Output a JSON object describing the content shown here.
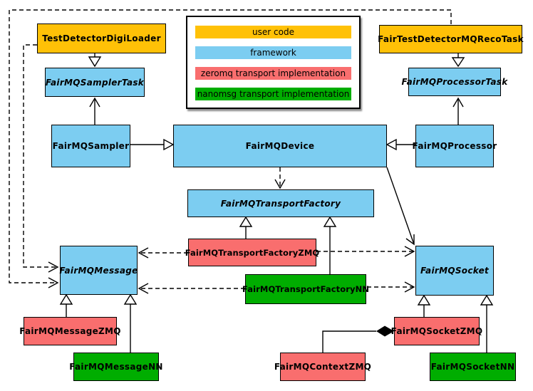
{
  "colors": {
    "user_code": "#FFC107",
    "framework": "#7CCDF1",
    "zeromq": "#F96E6E",
    "nanomsg": "#00AD00",
    "line": "#000000",
    "background": "#FFFFFF"
  },
  "legend": {
    "items": [
      {
        "label": "user code",
        "category": "user_code"
      },
      {
        "label": "framework",
        "category": "framework"
      },
      {
        "label": "zeromq transport implementation",
        "category": "zeromq"
      },
      {
        "label": "nanomsg transport implementation",
        "category": "nanomsg"
      }
    ]
  },
  "nodes": {
    "testDetectorDigiLoader": {
      "label": "TestDetectorDigiLoader",
      "category": "user_code",
      "abstract": false
    },
    "fairMQSamplerTask": {
      "label": "FairMQSamplerTask",
      "category": "framework",
      "abstract": true
    },
    "fairMQSampler": {
      "label": "FairMQSampler",
      "category": "framework",
      "abstract": false
    },
    "fairMQDevice": {
      "label": "FairMQDevice",
      "category": "framework",
      "abstract": false
    },
    "fairMQProcessor": {
      "label": "FairMQProcessor",
      "category": "framework",
      "abstract": false
    },
    "fairMQProcessorTask": {
      "label": "FairMQProcessorTask",
      "category": "framework",
      "abstract": true
    },
    "fairTestDetectorMQRecoTask": {
      "label": "FairTestDetectorMQRecoTask",
      "category": "user_code",
      "abstract": false
    },
    "fairMQTransportFactory": {
      "label": "FairMQTransportFactory",
      "category": "framework",
      "abstract": true
    },
    "fairMQTransportFactoryZMQ": {
      "label": "FairMQTransportFactoryZMQ",
      "category": "zeromq",
      "abstract": false
    },
    "fairMQTransportFactoryNN": {
      "label": "FairMQTransportFactoryNN",
      "category": "nanomsg",
      "abstract": false
    },
    "fairMQMessage": {
      "label": "FairMQMessage",
      "category": "framework",
      "abstract": true
    },
    "fairMQMessageZMQ": {
      "label": "FairMQMessageZMQ",
      "category": "zeromq",
      "abstract": false
    },
    "fairMQMessageNN": {
      "label": "FairMQMessageNN",
      "category": "nanomsg",
      "abstract": false
    },
    "fairMQSocket": {
      "label": "FairMQSocket",
      "category": "framework",
      "abstract": true
    },
    "fairMQSocketZMQ": {
      "label": "FairMQSocketZMQ",
      "category": "zeromq",
      "abstract": false
    },
    "fairMQSocketNN": {
      "label": "FairMQSocketNN",
      "category": "nanomsg",
      "abstract": false
    },
    "fairMQContextZMQ": {
      "label": "FairMQContextZMQ",
      "category": "zeromq",
      "abstract": false
    }
  }
}
